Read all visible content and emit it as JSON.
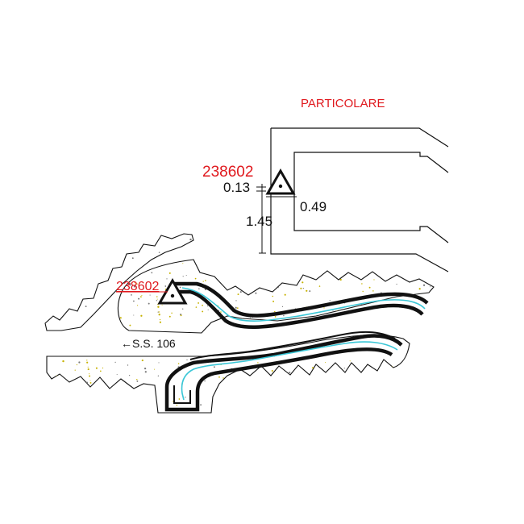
{
  "detail": {
    "title": "PARTICOLARE",
    "marker_code": "238602",
    "dim_offset": "0.13",
    "dim_horizontal": "0.49",
    "dim_vertical": "1.45"
  },
  "plan": {
    "marker_code": "238602",
    "road_label": "←S.S. 106"
  },
  "colors": {
    "annotation_red": "#e0191e",
    "line_black": "#111111",
    "water_cyan": "#39c6d6",
    "speckle_dots": [
      "#c7b200",
      "#7a7a7a"
    ]
  }
}
